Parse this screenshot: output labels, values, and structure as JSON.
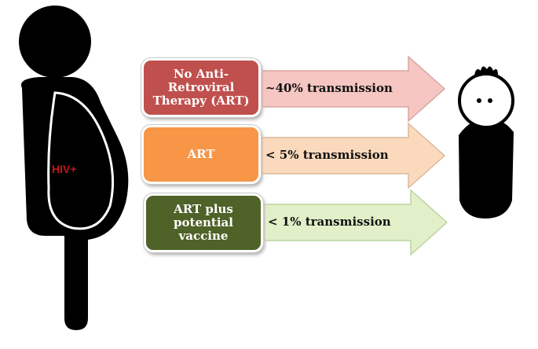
{
  "mother": {
    "label": "HIV+",
    "label_color": "#c4161c"
  },
  "rows": [
    {
      "box_label": "No Anti-\nRetroviral\nTherapy (ART)",
      "box_color": "#c0504d",
      "arrow_label": "~40% transmission",
      "arrow_color": "#f5c6c2"
    },
    {
      "box_label": "ART",
      "box_color": "#f79646",
      "arrow_label": "< 5% transmission",
      "arrow_color": "#fbd9bd"
    },
    {
      "box_label": "ART plus\npotential\nvaccine",
      "box_color": "#4f6228",
      "arrow_label": "< 1% transmission",
      "arrow_color": "#e2f0c9"
    }
  ]
}
